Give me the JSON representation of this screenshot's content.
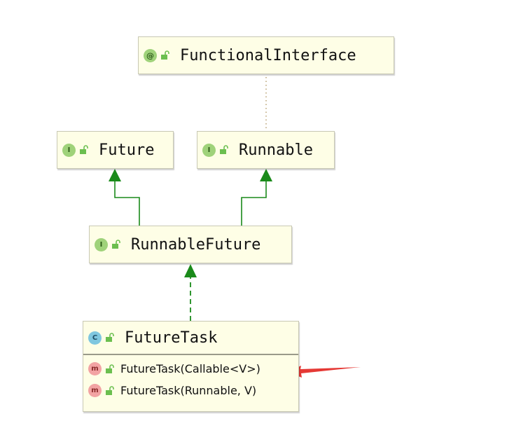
{
  "nodes": {
    "functional_interface": {
      "badge": "@",
      "name": "FunctionalInterface"
    },
    "future": {
      "badge": "I",
      "name": "Future"
    },
    "runnable": {
      "badge": "I",
      "name": "Runnable"
    },
    "runnable_future": {
      "badge": "I",
      "name": "RunnableFuture"
    },
    "future_task": {
      "badge": "C",
      "name": "FutureTask",
      "members": [
        {
          "badge": "m",
          "name": "FutureTask(Callable<V>)"
        },
        {
          "badge": "m",
          "name": "FutureTask(Runnable, V)"
        }
      ]
    }
  },
  "colors": {
    "node_fill": "#fefee6",
    "inheritance_arrow": "#1a8a1a",
    "annotation_link": "#b8a070",
    "callout_arrow": "#e53935"
  }
}
